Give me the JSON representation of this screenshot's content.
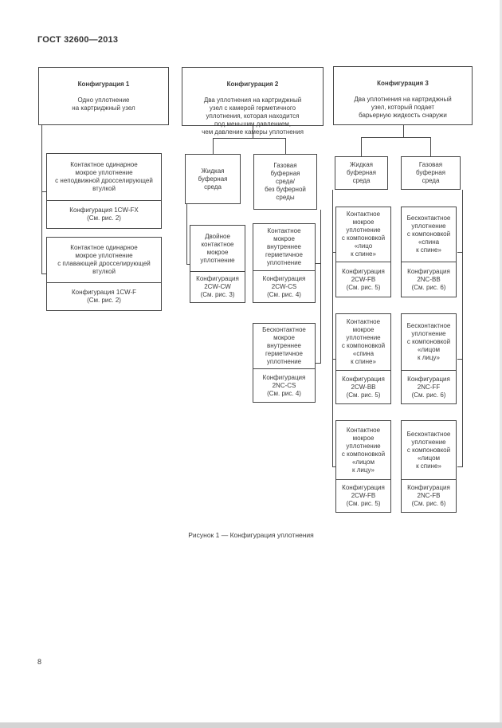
{
  "doc": {
    "standard": "ГОСТ 32600—2013",
    "figure_caption": "Рисунок 1 — Конфигурация уплотнения",
    "page_number": "8"
  },
  "config1": {
    "head": {
      "title": "Конфигурация 1",
      "body": "Одно уплотнение\nна картриджный узел"
    },
    "groups": [
      {
        "desc": "Контактное одинарное\nмокрое уплотнение\nс неподвижной дросселирующей\nвтулкой",
        "label": "Конфигурация 1CW-FX\n(См. рис. 2)"
      },
      {
        "desc": "Контактное одинарное\nмокрое уплотнение\nс плавающей дросселирующей\nвтулкой",
        "label": "Конфигурация 1CW-F\n(См. рис. 2)"
      }
    ]
  },
  "config2": {
    "head": {
      "title": "Конфигурация 2",
      "body": "Два уплотнения на картриджный\nузел с камерой герметичного\nуплотнения, которая находится\nпод меньшим давлением,\nчем давление камеры уплотнения"
    },
    "liquid": "Жидкая\nбуферная\nсреда",
    "gas": "Газовая\nбуферная\nсреда/\nбез буферной\nсреды",
    "liquid_groups": [
      {
        "desc": "Двойное\nконтактное\nмокрое\nуплотнение",
        "label": "Конфигурация\n2CW-CW\n(См. рис. 3)"
      }
    ],
    "gas_groups": [
      {
        "desc": "Контактное\nмокрое\nвнутреннее\nгерметичное\nуплотнение",
        "label": "Конфигурация\n2CW-CS\n(См. рис. 4)"
      },
      {
        "desc": "Бесконтактное\nмокрое\nвнутреннее\nгерметичное\nуплотнение",
        "label": "Конфигурация\n2NC-CS\n(См. рис. 4)"
      }
    ]
  },
  "config3": {
    "head": {
      "title": "Конфигурация 3",
      "body": "Два уплотнения на картриджный\nузел, который подает\nбарьерную жидкость снаружи"
    },
    "liquid": "Жидкая\nбуферная\nсреда",
    "gas": "Газовая\nбуферная\nсреда",
    "liquid_groups": [
      {
        "desc": "Контактное\nмокрое\nуплотнение\nс компоновкой\n«лицо\nк спине»",
        "label": "Конфигурация\n2CW-FB\n(См. рис. 5)"
      },
      {
        "desc": "Контактное\nмокрое\nуплотнение\nс компоновкой\n«спина\nк спине»",
        "label": "Конфигурация\n2CW-BB\n(См. рис. 5)"
      },
      {
        "desc": "Контактное\nмокрое\nуплотнение\nс компоновкой\n«лицом\nк лицу»",
        "label": "Конфигурация\n2CW-FB\n(См. рис. 5)"
      }
    ],
    "gas_groups": [
      {
        "desc": "Бесконтактное\nуплотнение\nс компоновкой\n«спина\nк спине»",
        "label": "Конфигурация\n2NC-BB\n(См. рис. 6)"
      },
      {
        "desc": "Бесконтактное\nуплотнение\nс компоновкой\n«лицом\nк лицу»",
        "label": "Конфигурация\n2NC-FF\n(См. рис. 6)"
      },
      {
        "desc": "Бесконтактное\nуплотнение\nс компоновкой\n«лицом\nк спине»",
        "label": "Конфигурация\n2NC-FB\n(См. рис. 6)"
      }
    ]
  }
}
